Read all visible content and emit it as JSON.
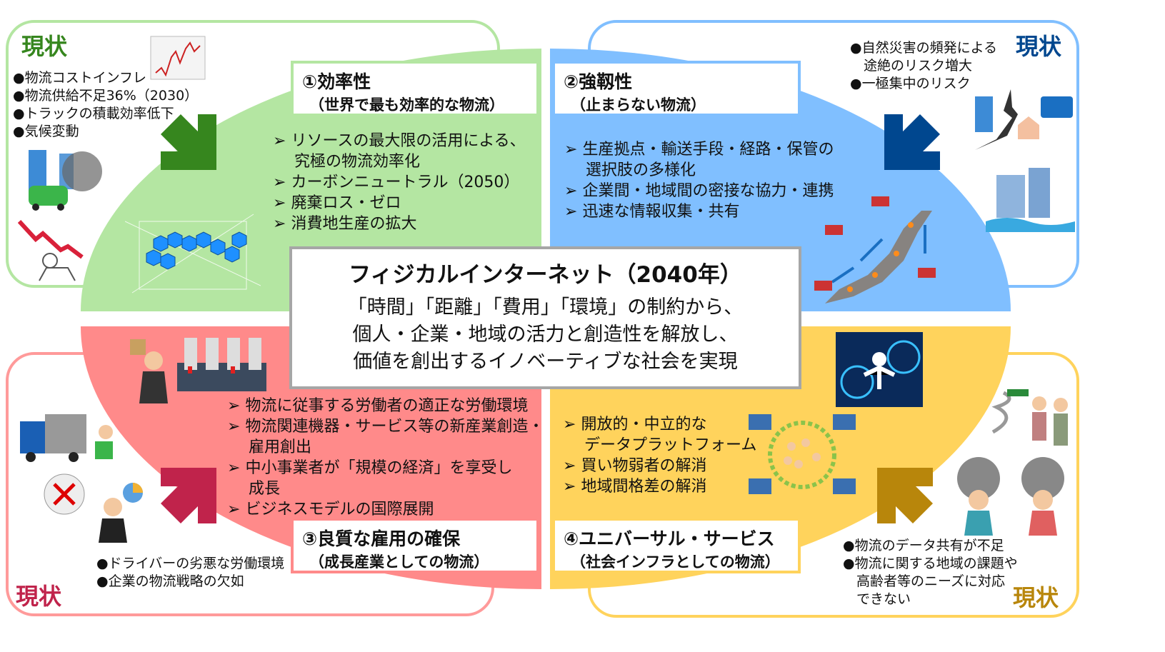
{
  "status_label": "現状",
  "colors": {
    "green": "#b4e6a2",
    "green_dark": "#36861e",
    "blue": "#80bfff",
    "blue_dark": "#00478f",
    "pink": "#ff8a8a",
    "pink_dark": "#c0234b",
    "yellow": "#ffd35c",
    "yellow_dark": "#b8860b"
  },
  "center": {
    "title": "フィジカルインターネット（2040年）",
    "lines": [
      "「時間」「距離」「費用」「環境」の制約から、",
      "個人・企業・地域の活力と創造性を解放し、",
      "価値を創出するイノベーティブな社会を実現"
    ]
  },
  "q1": {
    "title": "①効率性",
    "subtitle": "（世界で最も効率的な物流）",
    "items": [
      {
        "text": "リソースの最大限の活用による、",
        "cont": "究極の物流効率化"
      },
      {
        "text": "カーボンニュートラル（2050）"
      },
      {
        "text": "廃棄ロス・ゼロ"
      },
      {
        "text": "消費地生産の拡大"
      }
    ],
    "status": [
      "●物流コストインフレ",
      "●物流供給不足36%（2030）",
      "●トラックの積載効率低下",
      "●気候変動"
    ]
  },
  "q2": {
    "title": "②強靱性",
    "subtitle": "（止まらない物流）",
    "items": [
      {
        "text": "生産拠点・輸送手段・経路・保管の",
        "cont": "選択肢の多様化"
      },
      {
        "text": "企業間・地域間の密接な協力・連携"
      },
      {
        "text": "迅速な情報収集・共有"
      }
    ],
    "status": [
      "●自然災害の頻発による",
      "　途絶のリスク増大",
      "●一極集中のリスク"
    ]
  },
  "q3": {
    "title": "③良質な雇用の確保",
    "subtitle": "（成長産業としての物流）",
    "items": [
      {
        "text": "物流に従事する労働者の適正な労働環境"
      },
      {
        "text": "物流関連機器・サービス等の新産業創造・",
        "cont": "雇用創出"
      },
      {
        "text": "中小事業者が「規模の経済」を享受し",
        "cont": "成長"
      },
      {
        "text": "ビジネスモデルの国際展開"
      }
    ],
    "status": [
      "●ドライバーの劣悪な労働環境",
      "●企業の物流戦略の欠如"
    ]
  },
  "q4": {
    "title": "④ユニバーサル・サービス",
    "subtitle": "（社会インフラとしての物流）",
    "items": [
      {
        "text": "開放的・中立的な",
        "cont": "データプラットフォーム"
      },
      {
        "text": "買い物弱者の解消"
      },
      {
        "text": "地域間格差の解消"
      }
    ],
    "status": [
      "●物流のデータ共有が不足",
      "●物流に関する地域の課題や",
      "　高齢者等のニーズに対応",
      "　できない"
    ]
  },
  "arrow_glyph": "➢"
}
